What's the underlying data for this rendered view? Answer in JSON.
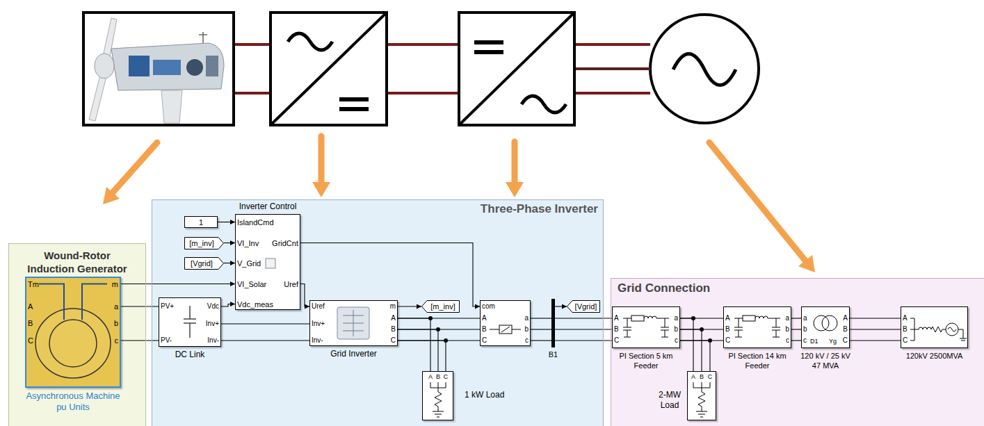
{
  "diagram": {
    "nodes": [
      {
        "text": [
          "Wound-Rotor Induction Generator"
        ]
      },
      {
        "text": [
          "Tm",
          "A",
          "B",
          "C",
          "m",
          "a",
          "b",
          "c",
          "Asynchronous Machine pu Units"
        ],
        "in": 0
      },
      {
        "text": [
          "Three-Phase Inverter"
        ]
      },
      {
        "text": [
          "Inverter Control",
          "IslandCmd",
          "VI_Inv",
          "GridCnt",
          "V_Grid",
          "VI_Solar",
          "Uref",
          "Vdc_meas"
        ],
        "in": 2
      },
      {
        "text": [
          "1"
        ],
        "in": 2
      },
      {
        "text": [
          "[m_inv]"
        ],
        "in": 2
      },
      {
        "text": [
          "[Vgrid]"
        ],
        "in": 2
      },
      {
        "text": [
          "PV+",
          "PV-",
          "Vdc",
          "Inv+",
          "Inv-",
          "DC Link"
        ],
        "in": 2
      },
      {
        "text": [
          "Uref",
          "Inv+",
          "Inv-",
          "m",
          "A",
          "B",
          "C",
          "Grid Inverter"
        ],
        "in": 2
      },
      {
        "text": [
          "[m_inv]"
        ],
        "in": 2
      },
      {
        "text": [
          "com",
          "A",
          "B",
          "C",
          "a",
          "b",
          "c"
        ],
        "in": 2
      },
      {
        "text": [
          "B1"
        ],
        "in": 2
      },
      {
        "text": [
          "[Vgrid]"
        ],
        "in": 2
      },
      {
        "text": [
          "A",
          "B",
          "C",
          "1 kW Load"
        ],
        "in": 2
      },
      {
        "text": [
          "Grid Connection"
        ]
      },
      {
        "text": [
          "A",
          "B",
          "C",
          "a",
          "b",
          "c",
          "PI Section 5 km Feeder"
        ],
        "in": 14
      },
      {
        "text": [
          "A",
          "B",
          "C",
          "a",
          "b",
          "c",
          "PI Section 14 km Feeder"
        ],
        "in": 14
      },
      {
        "text": [
          "a",
          "b",
          "c",
          "D1",
          "Yg",
          "A",
          "B",
          "C",
          "120 kV / 25 kV 47 MVA"
        ],
        "in": 14
      },
      {
        "text": [
          "A",
          "B",
          "C",
          "2-MW Load"
        ],
        "in": 14
      },
      {
        "text": [
          "A",
          "B",
          "C",
          "120kV 2500MVA"
        ],
        "in": 14
      }
    ],
    "edges": [
      {
        "from": 1,
        "to": 3,
        "arrow": "to"
      },
      {
        "from": 1,
        "to": 7,
        "arrow": "none"
      },
      {
        "from": 1,
        "to": 7,
        "arrow": "none"
      },
      {
        "from": 4,
        "to": 3,
        "arrow": "to"
      },
      {
        "from": 5,
        "to": 3,
        "arrow": "to"
      },
      {
        "from": 6,
        "to": 3,
        "arrow": "to"
      },
      {
        "from": 7,
        "to": 3,
        "arrow": "to"
      },
      {
        "from": 3,
        "to": 8,
        "arrow": "to"
      },
      {
        "from": 7,
        "to": 8,
        "arrow": "none"
      },
      {
        "from": 7,
        "to": 8,
        "arrow": "none"
      },
      {
        "from": 8,
        "to": 9,
        "arrow": "to"
      },
      {
        "from": 3,
        "to": 10,
        "arrow": "to"
      },
      {
        "from": 8,
        "to": 10,
        "arrow": "none"
      },
      {
        "from": 8,
        "to": 10,
        "arrow": "none"
      },
      {
        "from": 8,
        "to": 10,
        "arrow": "none"
      },
      {
        "from": 8,
        "to": 13,
        "arrow": "none"
      },
      {
        "from": 8,
        "to": 13,
        "arrow": "none"
      },
      {
        "from": 8,
        "to": 13,
        "arrow": "none"
      },
      {
        "from": 10,
        "to": 11,
        "arrow": "none"
      },
      {
        "from": 10,
        "to": 11,
        "arrow": "none"
      },
      {
        "from": 10,
        "to": 11,
        "arrow": "none"
      },
      {
        "from": 11,
        "to": 12,
        "arrow": "to"
      },
      {
        "from": 11,
        "to": 15,
        "arrow": "none"
      },
      {
        "from": 11,
        "to": 15,
        "arrow": "none"
      },
      {
        "from": 11,
        "to": 15,
        "arrow": "none"
      },
      {
        "from": 15,
        "to": 16,
        "arrow": "none"
      },
      {
        "from": 15,
        "to": 16,
        "arrow": "none"
      },
      {
        "from": 15,
        "to": 16,
        "arrow": "none"
      },
      {
        "from": 15,
        "to": 18,
        "arrow": "none"
      },
      {
        "from": 15,
        "to": 18,
        "arrow": "none"
      },
      {
        "from": 15,
        "to": 18,
        "arrow": "none"
      },
      {
        "from": 16,
        "to": 17,
        "arrow": "none"
      },
      {
        "from": 16,
        "to": 17,
        "arrow": "none"
      },
      {
        "from": 16,
        "to": 17,
        "arrow": "none"
      },
      {
        "from": 17,
        "to": 19,
        "arrow": "none"
      },
      {
        "from": 17,
        "to": 19,
        "arrow": "none"
      },
      {
        "from": 17,
        "to": 19,
        "arrow": "none"
      }
    ]
  }
}
